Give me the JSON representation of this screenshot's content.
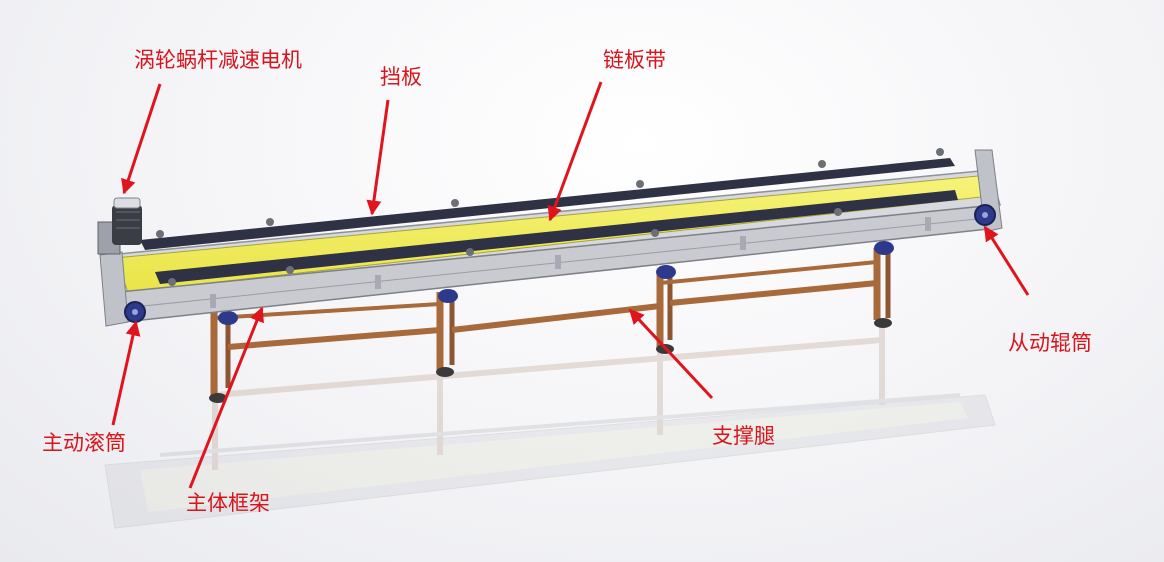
{
  "diagram": {
    "labels": {
      "motor": "涡轮蜗杆减速电机",
      "baffle": "挡板",
      "chain_belt": "链板带",
      "driven_roller": "从动辊筒",
      "drive_roller": "主动滚筒",
      "support_leg": "支撑腿",
      "main_frame": "主体框架"
    },
    "colors": {
      "label": "#d8141c",
      "arrow": "#e0141c",
      "belt": "#f2ef57",
      "belt_dark": "#c9c43a",
      "baffle": "#2f3244",
      "frame": "#c9cbd1",
      "leg": "#a8693b",
      "roller_end": "#2d3a8c"
    }
  }
}
